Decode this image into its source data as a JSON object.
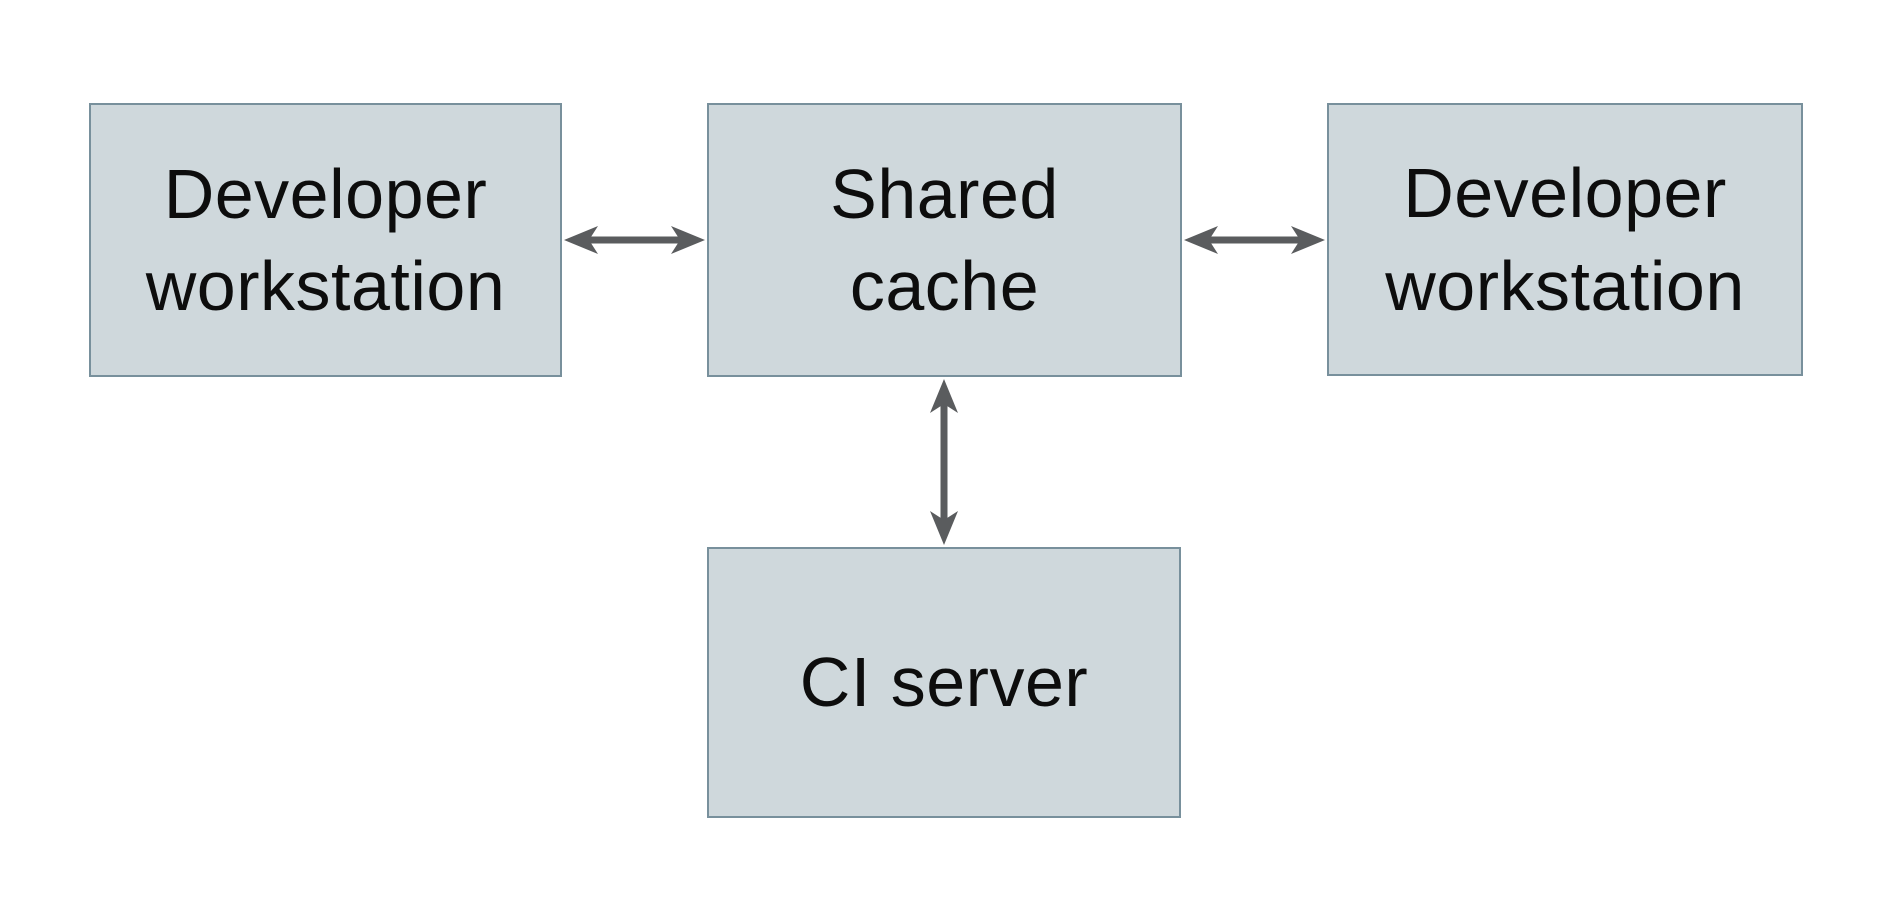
{
  "colors": {
    "background": "#ffffff",
    "node_fill": "#cfd8dc",
    "node_border": "#78909c",
    "arrow": "#5a5c5e",
    "text": "#0d0d0d"
  },
  "diagram": {
    "nodes": {
      "dev_left": {
        "label": "Developer\nworkstation"
      },
      "shared_cache": {
        "label": "Shared\ncache"
      },
      "dev_right": {
        "label": "Developer\nworkstation"
      },
      "ci_server": {
        "label": "CI server"
      }
    },
    "edges": [
      {
        "from": "dev_left",
        "to": "shared_cache",
        "style": "double-headed-arrow"
      },
      {
        "from": "shared_cache",
        "to": "dev_right",
        "style": "double-headed-arrow"
      },
      {
        "from": "shared_cache",
        "to": "ci_server",
        "style": "double-headed-arrow"
      }
    ]
  }
}
